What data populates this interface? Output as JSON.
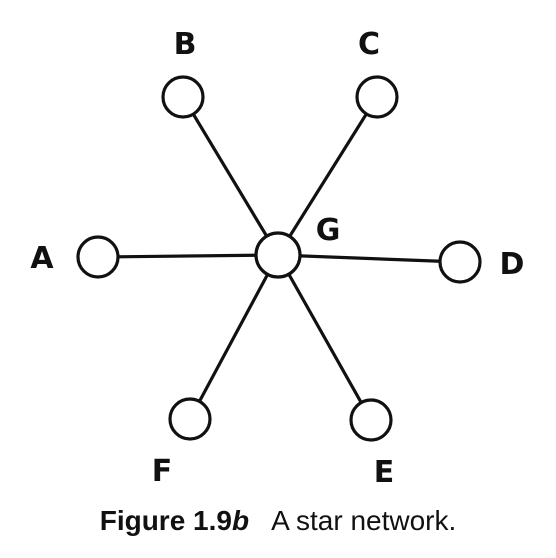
{
  "diagram": {
    "center": "G",
    "nodes": [
      {
        "id": "A",
        "label": "A"
      },
      {
        "id": "B",
        "label": "B"
      },
      {
        "id": "C",
        "label": "C"
      },
      {
        "id": "D",
        "label": "D"
      },
      {
        "id": "E",
        "label": "E"
      },
      {
        "id": "F",
        "label": "F"
      },
      {
        "id": "G",
        "label": "G"
      }
    ],
    "edges": [
      [
        "G",
        "A"
      ],
      [
        "G",
        "B"
      ],
      [
        "G",
        "C"
      ],
      [
        "G",
        "D"
      ],
      [
        "G",
        "E"
      ],
      [
        "G",
        "F"
      ]
    ]
  },
  "caption": {
    "label_prefix": "Figure 1.9",
    "label_suffix": "b",
    "text": "A star network."
  }
}
